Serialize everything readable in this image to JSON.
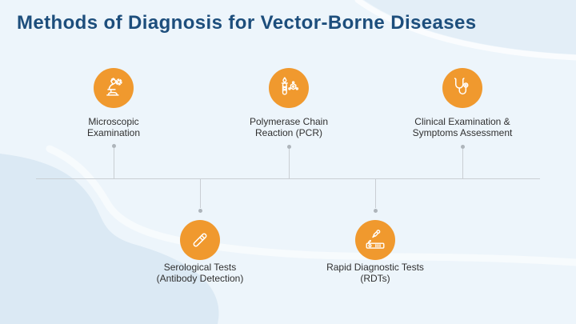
{
  "title": "Methods of Diagnosis for Vector-Borne Diseases",
  "colors": {
    "accent_orange": "#F0992E",
    "title_blue": "#1D4E7C",
    "label_text": "#303030",
    "line_gray": "#C9CED3",
    "dot_gray": "#AEB5BB",
    "background": "#EDF5FB",
    "wave_dark": "#DBE9F4",
    "wave_light": "#FFFFFF"
  },
  "timeline": {
    "orientation": "horizontal",
    "item_count": 5
  },
  "items": [
    {
      "id": "microscopic-examination",
      "position": "above",
      "icon": "microscope-icon",
      "label_line1": "Microscopic",
      "label_line2": "Examination"
    },
    {
      "id": "serological-tests",
      "position": "below",
      "icon": "test-vial-icon",
      "label_line1": "Serological Tests",
      "label_line2": "(Antibody Detection)"
    },
    {
      "id": "polymerase-chain-reaction",
      "position": "above",
      "icon": "tube-molecule-icon",
      "label_line1": "Polymerase Chain",
      "label_line2": "Reaction (PCR)"
    },
    {
      "id": "rapid-diagnostic-tests",
      "position": "below",
      "icon": "dropper-cassette-icon",
      "label_line1": "Rapid Diagnostic Tests",
      "label_line2": "(RDTs)"
    },
    {
      "id": "clinical-examination",
      "position": "above",
      "icon": "stethoscope-icon",
      "label_line1": "Clinical Examination &",
      "label_line2": "Symptoms Assessment"
    }
  ]
}
